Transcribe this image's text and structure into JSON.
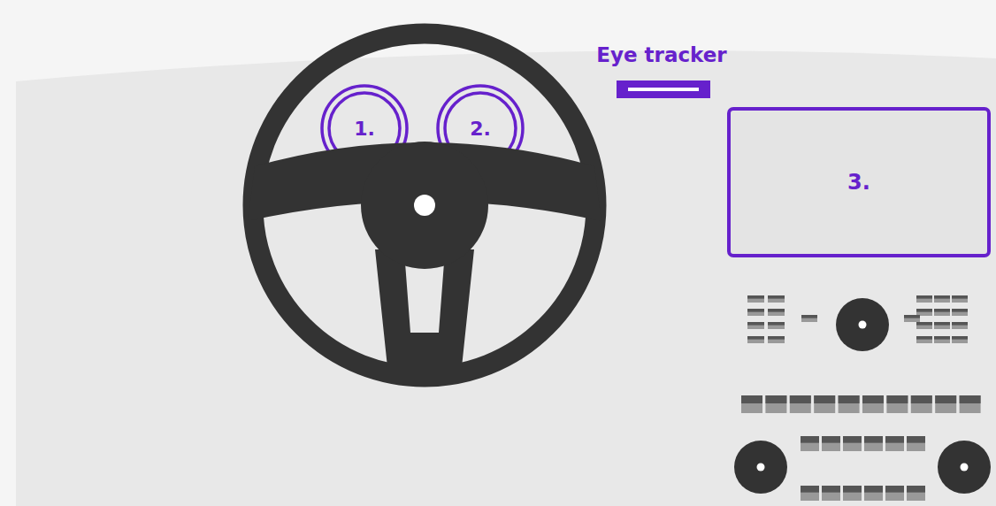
{
  "diagram": {
    "nodes": [
      {
        "text": [
          "1."
        ]
      },
      {
        "text": [
          "2."
        ]
      },
      {
        "text": [
          "Eye tracker"
        ]
      },
      {
        "text": [
          "3."
        ]
      }
    ]
  }
}
